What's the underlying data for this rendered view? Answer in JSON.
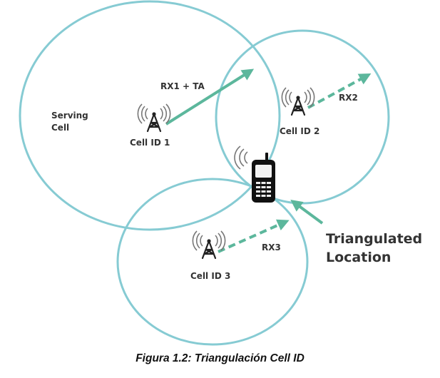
{
  "diagram": {
    "serving_cell_line1": "Serving",
    "serving_cell_line2": "Cell",
    "cell1_label": "Cell ID 1",
    "cell2_label": "Cell ID 2",
    "cell3_label": "Cell ID 3",
    "signal1_label": "RX1 + TA",
    "signal2_label": "RX2",
    "signal3_label": "RX3",
    "location_line1": "Triangulated",
    "location_line2": "Location"
  },
  "caption": "Figura 1.2: Triangulación Cell ID",
  "colors": {
    "accent": "#5cb79c",
    "circle": "#86cbd3",
    "text": "#333333"
  },
  "icons": {
    "tower": "cell-tower-icon",
    "phone": "mobile-phone-icon"
  }
}
